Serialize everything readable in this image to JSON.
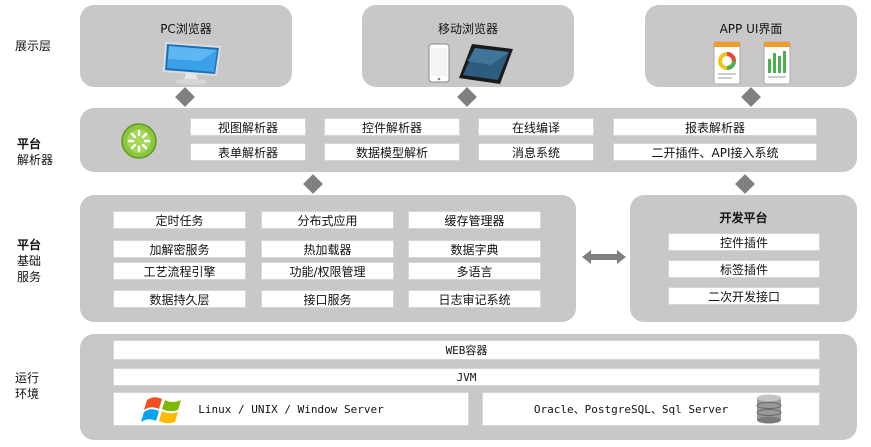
{
  "layers": {
    "presentation": "展示层",
    "parser_bold": "平台",
    "parser_rest": "解析器",
    "service_bold": "平台",
    "service_line2": "基础",
    "service_line3": "服务",
    "runtime_line1": "运行",
    "runtime_line2": "环境"
  },
  "presentation": {
    "pc_browser": "PC浏览器",
    "mobile_browser": "移动浏览器",
    "app_ui": "APP UI界面"
  },
  "parsers": [
    "视图解析器",
    "控件解析器",
    "在线编译",
    "报表解析器",
    "表单解析器",
    "数据模型解析",
    "消息系统",
    "二开插件、API接入系统"
  ],
  "services": [
    "定时任务",
    "分布式应用",
    "缓存管理器",
    "加解密服务",
    "热加载器",
    "数据字典",
    "工艺流程引擎",
    "功能/权限管理",
    "多语言",
    "数据持久层",
    "接口服务",
    "日志审记系统"
  ],
  "dev_platform": {
    "title": "开发平台",
    "items": [
      "控件插件",
      "标签插件",
      "二次开发接口"
    ]
  },
  "runtime": {
    "web_container": "WEB容器",
    "jvm": "JVM",
    "os": "Linux / UNIX / Window Server",
    "db": "Oracle、PostgreSQL、Sql Server"
  },
  "colors": {
    "panel": "#c8c8c8",
    "connector": "#808080",
    "screen_blue": "#2a8bd8"
  }
}
